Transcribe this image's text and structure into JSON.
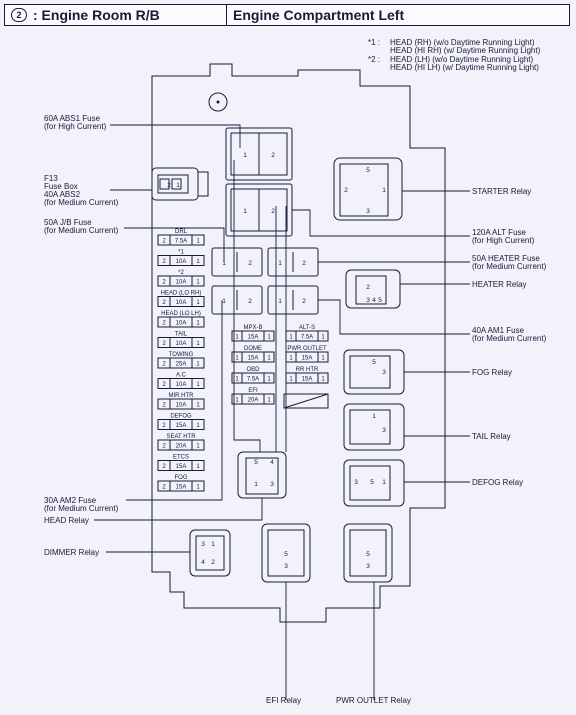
{
  "header": {
    "number": "2",
    "title_left": ": Engine Room R/B",
    "title_right": "Engine Compartment Left"
  },
  "notes": {
    "n1_key": "*1 :",
    "n1_line1": "HEAD (RH) (w/o Daytime Running Light)",
    "n1_line2": "HEAD (HI RH) (w/ Daytime Running Light)",
    "n2_key": "*2 :",
    "n2_line1": "HEAD (LH) (w/o Daytime Running Light)",
    "n2_line2": "HEAD (HI LH) (w/ Daytime Running Light)"
  },
  "left_labels": {
    "abs1_a": "60A ABS1 Fuse",
    "abs1_b": "(for High Current)",
    "f13_a": "F13",
    "f13_b": "Fuse Box",
    "f13_c": "40A ABS2",
    "f13_d": "(for Medium Current)",
    "jb_a": "50A J/B Fuse",
    "jb_b": "(for Medium Current)",
    "am2_a": "30A AM2 Fuse",
    "am2_b": "(for Medium Current)",
    "head_relay": "HEAD Relay",
    "dimmer_relay": "DIMMER Relay",
    "efi_relay": "EFI Relay",
    "pwr_outlet_relay": "PWR OUTLET Relay"
  },
  "right_labels": {
    "starter_relay": "STARTER Relay",
    "alt_a": "120A ALT Fuse",
    "alt_b": "(for High Current)",
    "heater_fuse_a": "50A HEATER Fuse",
    "heater_fuse_b": "(for Medium Current)",
    "heater_relay": "HEATER Relay",
    "am1_a": "40A AM1 Fuse",
    "am1_b": "(for Medium Current)",
    "fog_relay": "FOG Relay",
    "tail_relay": "TAIL Relay",
    "defog_relay": "DEFOG Relay"
  },
  "fuse_column": [
    {
      "name": "DRL",
      "amp": "7.5A"
    },
    {
      "name": "*1",
      "amp": "10A"
    },
    {
      "name": "*2",
      "amp": "10A"
    },
    {
      "name": "HEAD (LO RH)",
      "amp": "10A"
    },
    {
      "name": "HEAD (LO LH)",
      "amp": "10A"
    },
    {
      "name": "TAIL",
      "amp": "10A"
    },
    {
      "name": "TOWING",
      "amp": "25A"
    },
    {
      "name": "A.C",
      "amp": "10A"
    },
    {
      "name": "MIR HTR",
      "amp": "10A"
    },
    {
      "name": "DEFOG",
      "amp": "15A"
    },
    {
      "name": "SEAT HTR",
      "amp": "20A"
    },
    {
      "name": "ETCS",
      "amp": "15A"
    },
    {
      "name": "FOG",
      "amp": "15A"
    }
  ],
  "mid_fuses": [
    {
      "name": "MPX-B",
      "amp": "15A"
    },
    {
      "name": "ALT-S",
      "amp": "7.5A"
    },
    {
      "name": "DOME",
      "amp": "15A"
    },
    {
      "name": "PWR OUTLET",
      "amp": "15A"
    },
    {
      "name": "OBD",
      "amp": "7.5A"
    },
    {
      "name": "RR HTR",
      "amp": "15A"
    },
    {
      "name": "EFI",
      "amp": "20A"
    }
  ],
  "pins": {
    "p1": "1",
    "p2": "2",
    "p3": "3",
    "p4": "4",
    "p5": "5"
  },
  "colors": {
    "line": "#1a1a3a",
    "bg": "#f2f2fa",
    "box": "#fafaff"
  }
}
